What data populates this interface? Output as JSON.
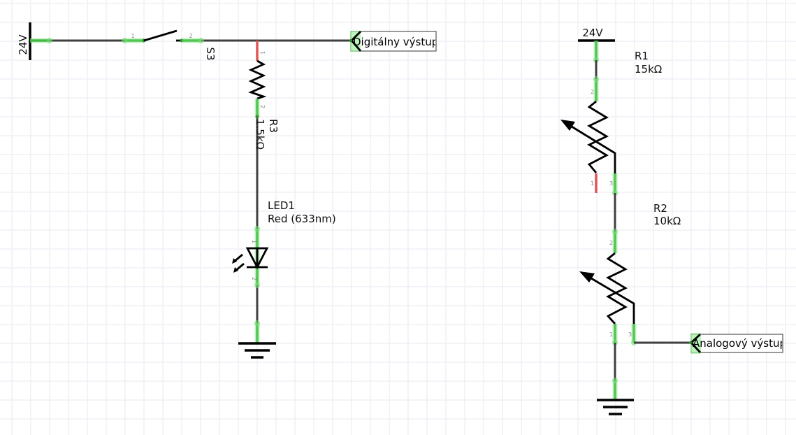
{
  "schematic": {
    "power_left": {
      "label": "24V"
    },
    "power_right": {
      "label": "24V"
    },
    "switch": {
      "ref": "S3",
      "pin1": "1",
      "pin2": "2"
    },
    "r3": {
      "ref": "R3",
      "value": "1.5kΩ",
      "pin1": "1",
      "pin2": "2"
    },
    "led1": {
      "ref": "LED1",
      "value": "Red (633nm)",
      "pin1": "1",
      "pin2": "2"
    },
    "r1": {
      "ref": "R1",
      "value": "15kΩ",
      "pin1": "1",
      "pin2": "2",
      "pin3": "3",
      "type": "potentiometer"
    },
    "r2": {
      "ref": "R2",
      "value": "10kΩ",
      "pin1": "1",
      "pin2": "2",
      "pin3": "3",
      "type": "potentiometer"
    },
    "net_digital": {
      "label": "Digitálny výstup"
    },
    "net_analog": {
      "label": "Analogový výstup"
    },
    "colors": {
      "wire": "#404040",
      "pin_connected": "#40c040",
      "pin_unconnected": "#e05555",
      "grid": "#eef0f5"
    }
  }
}
